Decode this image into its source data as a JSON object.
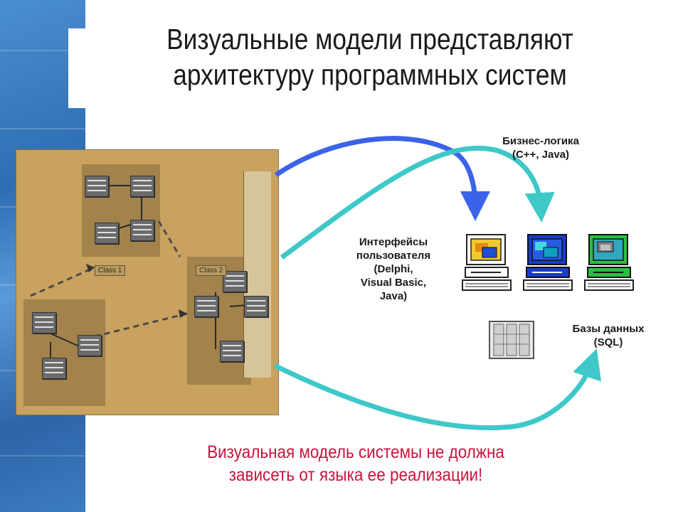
{
  "slide": {
    "title_line1": "Визуальные модели представляют",
    "title_line2": "архитектуру программных систем"
  },
  "labels": {
    "business_logic": "Бизнес-логика",
    "business_logic_langs": "(C++, Java)",
    "ui_line1": "Интерфейсы",
    "ui_line2": "пользователя",
    "ui_line3": "(Delphi,",
    "ui_line4": "Visual Basic,",
    "ui_line5": "Java)",
    "db": "Базы данных",
    "db_langs": "(SQL)"
  },
  "footer": {
    "line1": "Визуальная модель системы не должна",
    "line2": "зависеть от языка ее реализации!"
  },
  "diagram_shot": {
    "tags": [
      "Class 1",
      "Class 2"
    ]
  },
  "colors": {
    "arrow_blue": "#3a63e8",
    "arrow_cyan": "#3ec8c8",
    "footer_red": "#c8143c",
    "pc_yellow": "#f0c830",
    "pc_blue": "#1a3ccc",
    "pc_green": "#28c040"
  },
  "icons": [
    "computer-icon",
    "computer-icon",
    "computer-icon",
    "database-server-icon"
  ]
}
